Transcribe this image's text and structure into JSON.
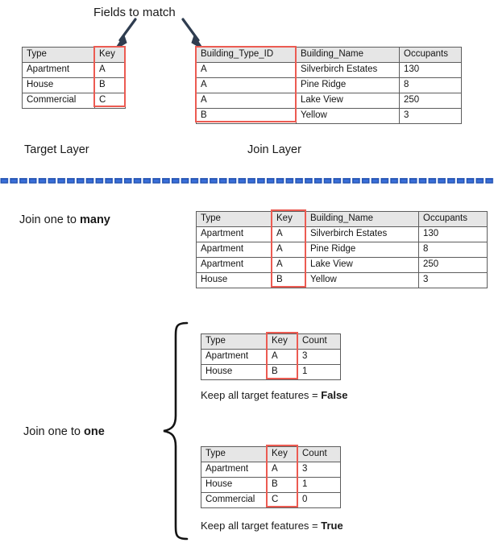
{
  "diagram": {
    "title_note": "Fields to match",
    "target_layer_label": "Target Layer",
    "join_layer_label": "Join Layer",
    "join_many_label_prefix": "Join one to ",
    "join_many_label_bold": "many",
    "join_one_label_prefix": "Join one to ",
    "join_one_label_bold": "one",
    "keep_false_prefix": "Keep all target features = ",
    "keep_false_bold": "False",
    "keep_true_prefix": "Keep all target features = ",
    "keep_true_bold": "True",
    "colors": {
      "highlight_red": "#ec5b52",
      "header_gray": "#e6e6e6",
      "border_gray": "#5d5d5d",
      "arrow_navy": "#2f3d50",
      "divider_blue": "#2a5ec4",
      "divider_blue_light": "#4a7fe0",
      "text": "#141414"
    },
    "icons": {
      "arrow_left": "arrow-down-left-icon",
      "arrow_right": "arrow-down-right-icon",
      "brace": "curly-brace-icon",
      "divider": "dashed-divider-icon"
    }
  },
  "target_table": {
    "name": "Target Layer table",
    "columns": [
      "Type",
      "Key"
    ],
    "rows": [
      [
        "Apartment",
        "A"
      ],
      [
        "House",
        "B"
      ],
      [
        "Commercial",
        "C"
      ]
    ]
  },
  "join_table": {
    "name": "Join Layer table",
    "columns": [
      "Building_Type_ID",
      "Building_Name",
      "Occupants"
    ],
    "rows": [
      [
        "A",
        "Silverbirch Estates",
        "130"
      ],
      [
        "A",
        "Pine Ridge",
        "8"
      ],
      [
        "A",
        "Lake View",
        "250"
      ],
      [
        "B",
        "Yellow",
        "3"
      ]
    ]
  },
  "one_to_many_table": {
    "name": "Join one to many result table",
    "columns": [
      "Type",
      "Key",
      "Building_Name",
      "Occupants"
    ],
    "rows": [
      [
        "Apartment",
        "A",
        "Silverbirch Estates",
        "130"
      ],
      [
        "Apartment",
        "A",
        "Pine Ridge",
        "8"
      ],
      [
        "Apartment",
        "A",
        "Lake View",
        "250"
      ],
      [
        "House",
        "B",
        "Yellow",
        "3"
      ]
    ]
  },
  "one_to_one_false_table": {
    "name": "Join one to one, keep all target features false",
    "columns": [
      "Type",
      "Key",
      "Count"
    ],
    "rows": [
      [
        "Apartment",
        "A",
        "3"
      ],
      [
        "House",
        "B",
        "1"
      ]
    ]
  },
  "one_to_one_true_table": {
    "name": "Join one to one, keep all target features true",
    "columns": [
      "Type",
      "Key",
      "Count"
    ],
    "rows": [
      [
        "Apartment",
        "A",
        "3"
      ],
      [
        "House",
        "B",
        "1"
      ],
      [
        "Commercial",
        "C",
        "0"
      ]
    ]
  }
}
